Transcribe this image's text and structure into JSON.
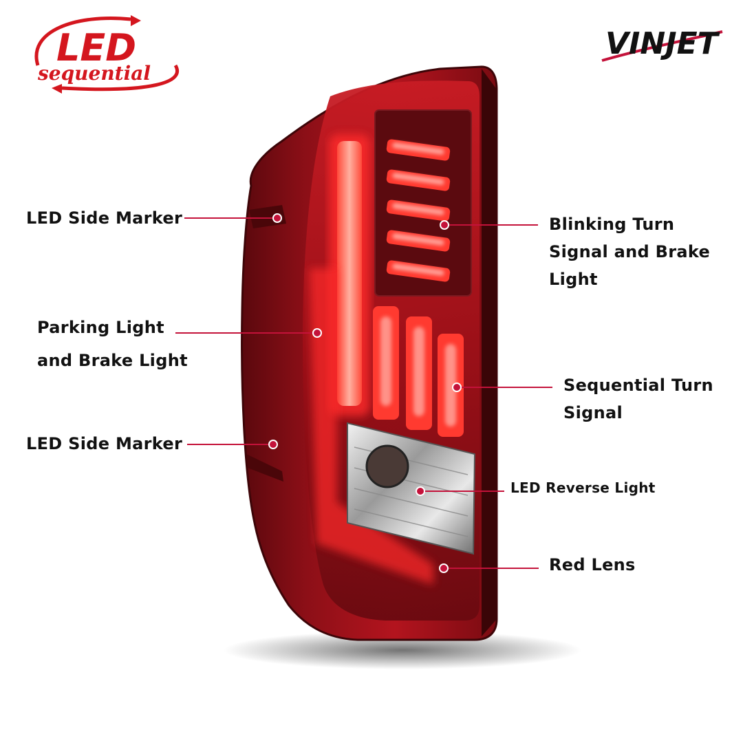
{
  "logo_left": {
    "text_top": "LED",
    "text_bottom": "sequential"
  },
  "logo_right": {
    "text": "VINJET"
  },
  "colors": {
    "accent": "#c4123a",
    "lens_red": "#b3141e",
    "dark_red": "#6e0a10",
    "glow": "#ff2a2a"
  },
  "callouts": [
    {
      "id": "side-marker-upper",
      "lines": [
        "LED Side Marker"
      ]
    },
    {
      "id": "parking-brake",
      "lines": [
        "Parking Light",
        "and Brake Light"
      ]
    },
    {
      "id": "side-marker-lower",
      "lines": [
        "LED Side Marker"
      ]
    },
    {
      "id": "blinking-turn",
      "lines": [
        "Blinking Turn",
        "Signal and Brake",
        "Light"
      ]
    },
    {
      "id": "sequential-turn",
      "lines": [
        "Sequential Turn",
        "Signal"
      ]
    },
    {
      "id": "reverse",
      "lines": [
        "LED Reverse Light"
      ]
    },
    {
      "id": "red-lens",
      "lines": [
        "Red Lens"
      ]
    }
  ]
}
